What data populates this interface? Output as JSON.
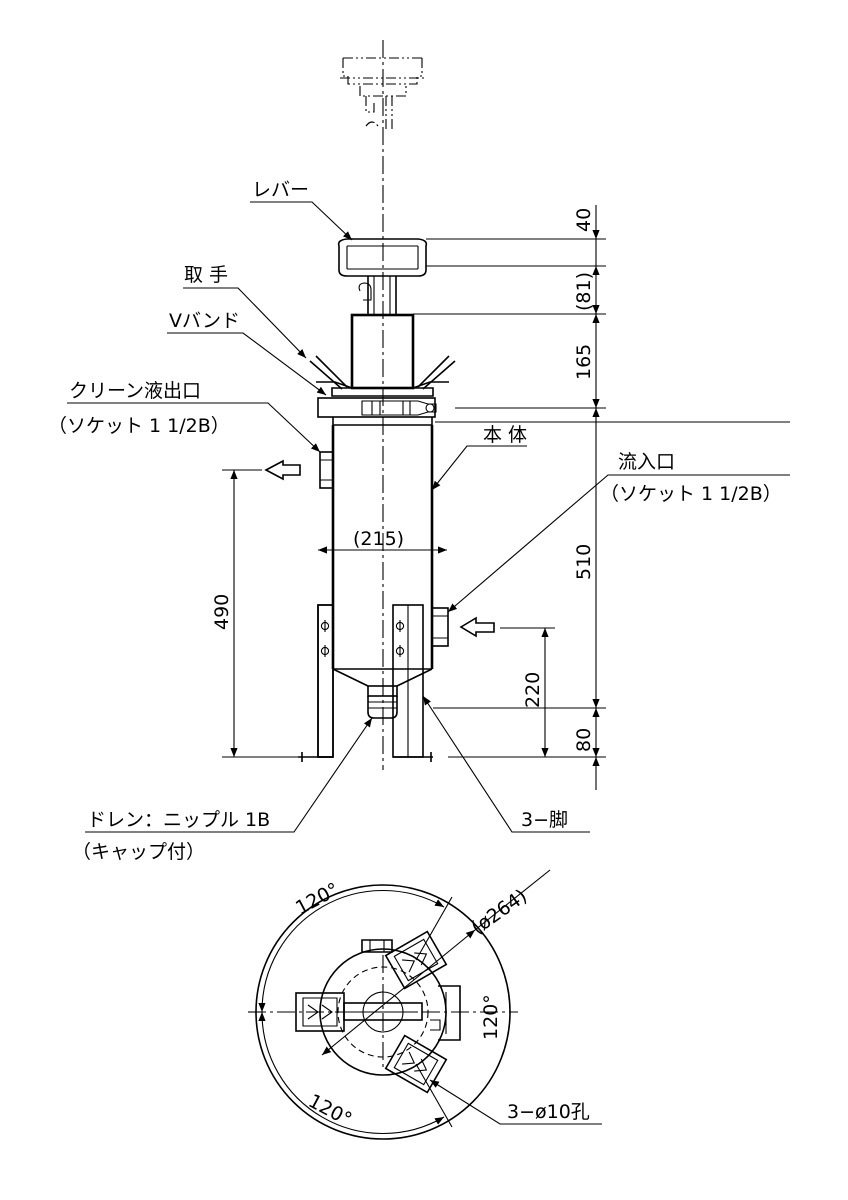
{
  "labels": {
    "lever": "レバー",
    "handle": "取 手",
    "vband": "Vバンド",
    "clean_outlet": "クリーン液出口",
    "clean_outlet_socket": "（ソケット 1 1/2B）",
    "body": "本 体",
    "inlet": "流入口",
    "inlet_socket": "（ソケット 1 1/2B）",
    "drain": "ドレン：ニップル 1B",
    "drain_cap": "（キャップ付）",
    "legs": "3−脚",
    "holes": "3−ø10孔"
  },
  "dimensions": {
    "d40": "40",
    "d81": "(81)",
    "d165": "165",
    "d510": "510",
    "d80": "80",
    "d220": "220",
    "d490": "490",
    "d215": "(215)",
    "d264": "(ø264)",
    "angle_top": "120°",
    "angle_right": "120°",
    "angle_bottom": "120°"
  }
}
